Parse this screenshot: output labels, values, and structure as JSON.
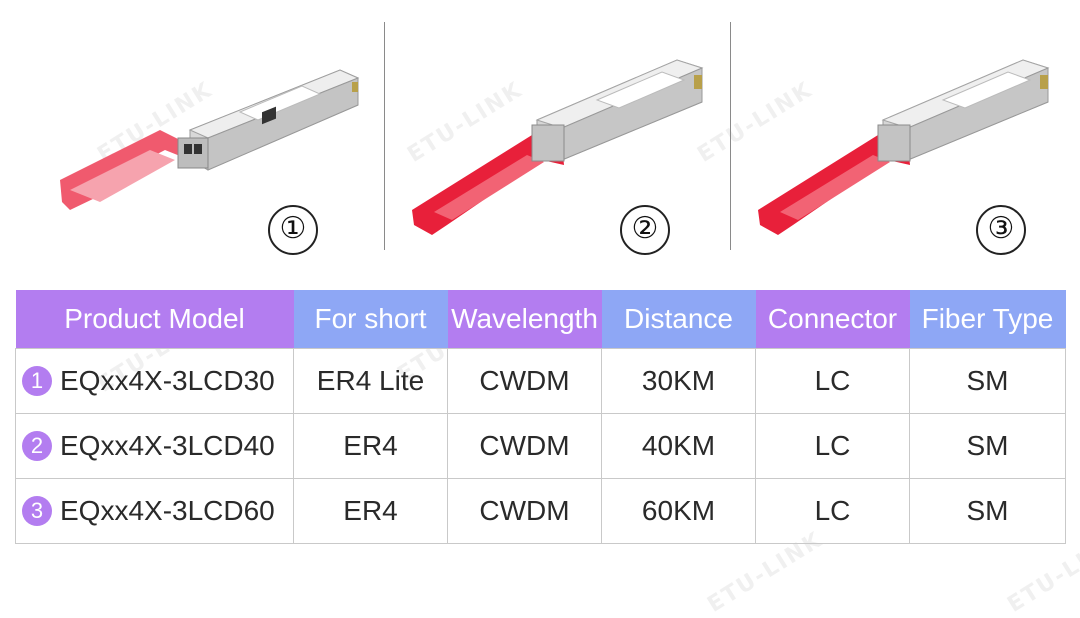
{
  "products": [
    {
      "number": "①"
    },
    {
      "number": "②"
    },
    {
      "number": "③"
    }
  ],
  "watermark": "ETU-LINK",
  "table": {
    "headers": [
      "Product Model",
      "For short",
      "Wavelength",
      "Distance",
      "Connector",
      "Fiber Type"
    ],
    "rows": [
      {
        "badge": "1",
        "model": "EQxx4X-3LCD30",
        "short": "ER4 Lite",
        "wavelength": "CWDM",
        "distance": "30KM",
        "connector": "LC",
        "fiber": "SM"
      },
      {
        "badge": "2",
        "model": "EQxx4X-3LCD40",
        "short": "ER4",
        "wavelength": "CWDM",
        "distance": "40KM",
        "connector": "LC",
        "fiber": "SM"
      },
      {
        "badge": "3",
        "model": "EQxx4X-3LCD60",
        "short": "ER4",
        "wavelength": "CWDM",
        "distance": "60KM",
        "connector": "LC",
        "fiber": "SM"
      }
    ]
  },
  "colors": {
    "header_purple": "#b37df0",
    "header_blue": "#8ea7f5",
    "pull_tab_red": "#e8203a",
    "pull_tab_pink": "#f05a6e"
  }
}
